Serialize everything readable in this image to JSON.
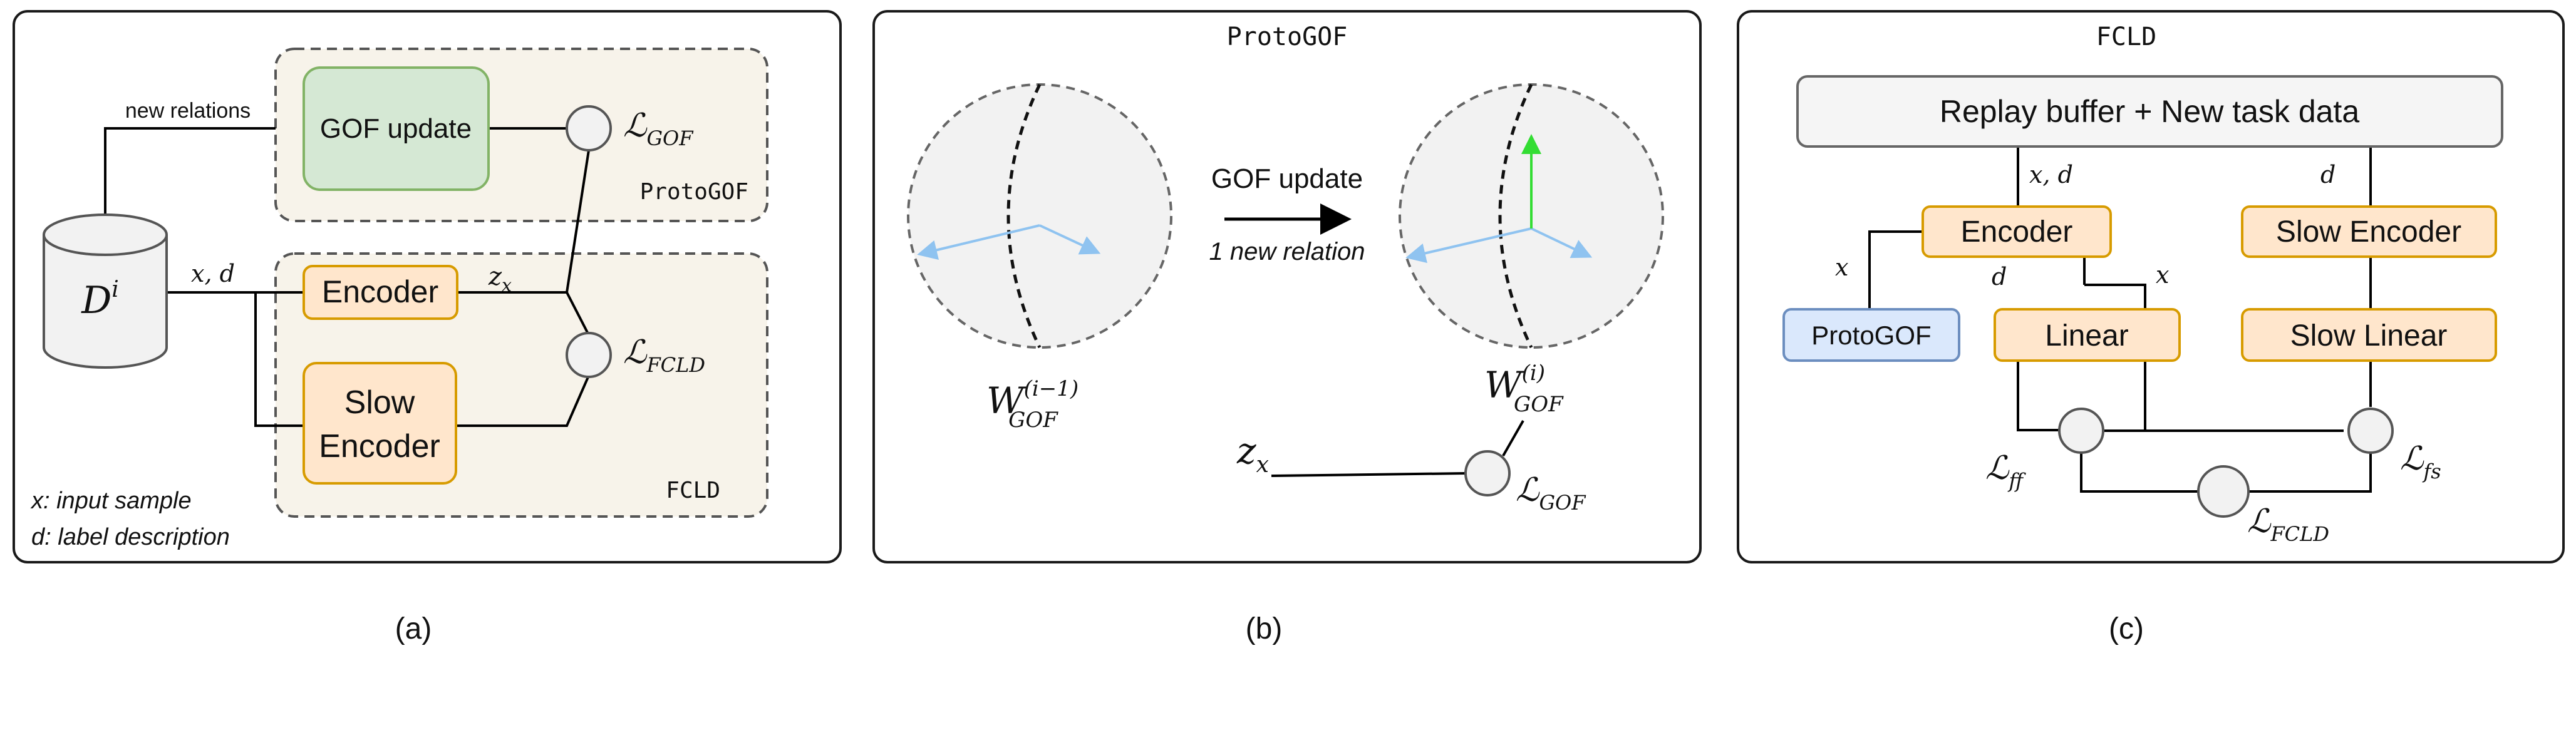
{
  "colors": {
    "panel_border": "#1a1a1a",
    "dashed_border": "#555555",
    "group_fill": "#f7f3ea",
    "green_fill": "#d5e8d4",
    "green_stroke": "#82b366",
    "orange_fill": "#ffe6cc",
    "orange_stroke": "#d79b00",
    "blue_fill": "#dae8fc",
    "blue_stroke": "#6c8ebf",
    "gray_fill": "#f5f5f5",
    "gray_stroke": "#666666",
    "sphere_fill": "#f2f2f2",
    "arrow_blue": "#8fc3f0",
    "arrow_green": "#33dd33"
  },
  "panel_a": {
    "caption": "(a)",
    "new_relations_label": "new relations",
    "gof_update_box": "GOF update",
    "protogof_group_label": "ProtoGOF",
    "fcld_group_label": "FCLD",
    "dataset_symbol": "D",
    "dataset_superscript": "i",
    "input_label": "x, d",
    "encoder_box": "Encoder",
    "slow_encoder_line1": "Slow",
    "slow_encoder_line2": "Encoder",
    "zx_label": "z",
    "zx_subscript": "x",
    "loss_gof": "ℒ",
    "loss_gof_sub": "GOF",
    "loss_fcld": "ℒ",
    "loss_fcld_sub": "FCLD",
    "legend_x": "x: input sample",
    "legend_d": "d: label description"
  },
  "panel_b": {
    "caption": "(b)",
    "title": "ProtoGOF",
    "gof_update_label": "GOF update",
    "new_relation_label": "1 new relation",
    "w_prev": "W",
    "w_prev_sup": "(i−1)",
    "w_prev_sub": "GOF",
    "w_curr": "W",
    "w_curr_sup": "(i)",
    "w_curr_sub": "GOF",
    "zx_label": "z",
    "zx_subscript": "x",
    "loss_gof": "ℒ",
    "loss_gof_sub": "GOF"
  },
  "panel_c": {
    "caption": "(c)",
    "title": "FCLD",
    "replay_box": "Replay buffer + New task data",
    "xd_label": "x, d",
    "d_label_right": "d",
    "encoder_box": "Encoder",
    "slow_encoder_box": "Slow Encoder",
    "x_label_left": "x",
    "d_label_mid": "d",
    "x_label_mid": "x",
    "protogof_box": "ProtoGOF",
    "linear_box": "Linear",
    "slow_linear_box": "Slow Linear",
    "loss_ff": "ℒ",
    "loss_ff_sub": "ff",
    "loss_fs": "ℒ",
    "loss_fs_sub": "fs",
    "loss_fcld": "ℒ",
    "loss_fcld_sub": "FCLD"
  }
}
